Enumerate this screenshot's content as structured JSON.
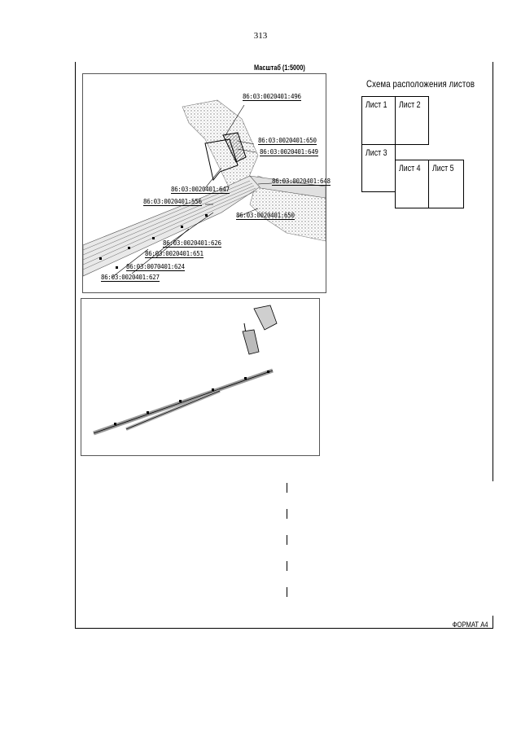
{
  "page_number": "313",
  "map": {
    "scale_title": "Масштаб (1:5000)",
    "parcels": [
      "86:03:0020401:496",
      "86:03:0020401:650",
      "86:03:0020401:649",
      "86:03:0020401:647",
      "86:03:0020401:648",
      "86:03:0020401:556",
      "86:03:0020401:650",
      "86:03:0020401:626",
      "86:03:0020401:651",
      "86:03:0070401:624",
      "86:03:0020401:627"
    ]
  },
  "schema": {
    "title": "Схема расположения листов",
    "sheets": [
      "Лист 1",
      "Лист 2",
      "Лист 3",
      "Лист 4",
      "Лист 5"
    ]
  },
  "format": "ФОРМАТ А4"
}
